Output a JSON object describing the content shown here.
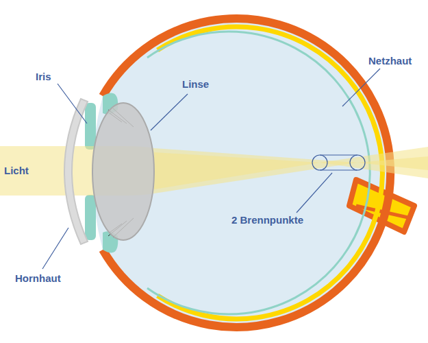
{
  "diagram": {
    "labels": [
      "Iris",
      "Linse",
      "Netzhaut",
      "Licht",
      "2 Brennpunkte",
      "Hornhaut"
    ]
  }
}
